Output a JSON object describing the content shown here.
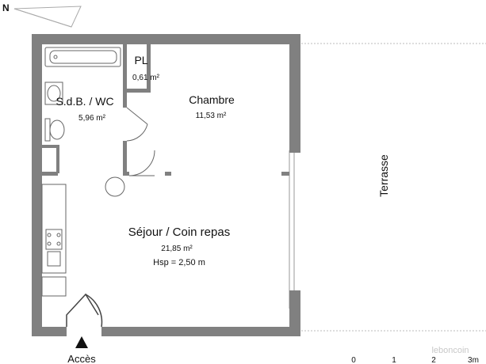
{
  "compass": {
    "label": "N"
  },
  "rooms": {
    "sdb": {
      "name": "S.d.B. / WC",
      "area": "5,96 m²"
    },
    "pl": {
      "name": "PL",
      "area": "0,61 m²"
    },
    "chambre": {
      "name": "Chambre",
      "area": "11,53 m²"
    },
    "sejour": {
      "name": "Séjour / Coin repas",
      "area": "21,85 m²",
      "height": "Hsp = 2,50 m"
    },
    "terrasse": {
      "name": "Terrasse"
    }
  },
  "entrance": {
    "label": "Accès"
  },
  "scale": {
    "ticks": [
      "0",
      "1",
      "2",
      "3m"
    ]
  },
  "watermark": {
    "text": "leboncoin"
  },
  "colors": {
    "wall": "#808080",
    "line": "#666666",
    "accent": "#111111"
  }
}
